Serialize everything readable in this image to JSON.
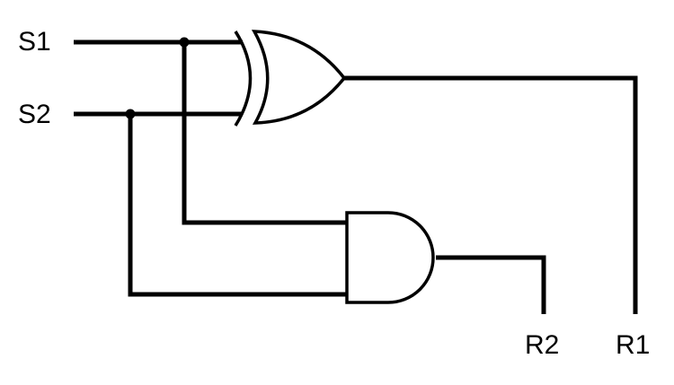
{
  "inputs": {
    "s1": "S1",
    "s2": "S2"
  },
  "outputs": {
    "r1": "R1",
    "r2": "R2"
  },
  "gates": [
    {
      "type": "XOR"
    },
    {
      "type": "AND"
    }
  ],
  "colors": {
    "wire": "#000000",
    "background": "#ffffff"
  }
}
